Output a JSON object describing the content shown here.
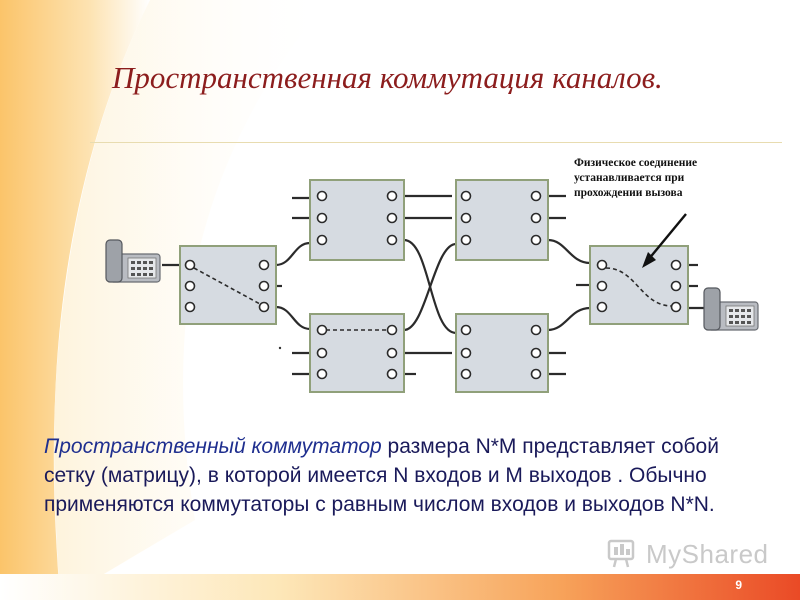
{
  "slide": {
    "title": "Пространственная коммутация каналов.",
    "annotation_lines": [
      "Физическое соединение",
      "устанавливается при",
      "прохождении вызова"
    ],
    "body_em": "Пространственный коммутатор",
    "body_rest": " размера N*M представляет собой сетку (матрицу), в которой имеется N входов и M выходов . Обычно применяются коммутаторы с равным числом входов и выходов N*N.",
    "watermark": "MyShared",
    "page_number": "9"
  },
  "colors": {
    "title": "#8c1d1d",
    "body_text": "#1a1a5a",
    "body_emphasis": "#1f2f8f",
    "switch_fill": "#d6dbe1",
    "switch_border": "#90a07a",
    "line": "#2b2b2b",
    "footer_accent": "#ea4a26"
  },
  "icons": {
    "telephone_left": "telephone-icon",
    "telephone_right": "telephone-icon",
    "arrow": "arrow-icon",
    "logo": "myshared-logo-icon"
  }
}
